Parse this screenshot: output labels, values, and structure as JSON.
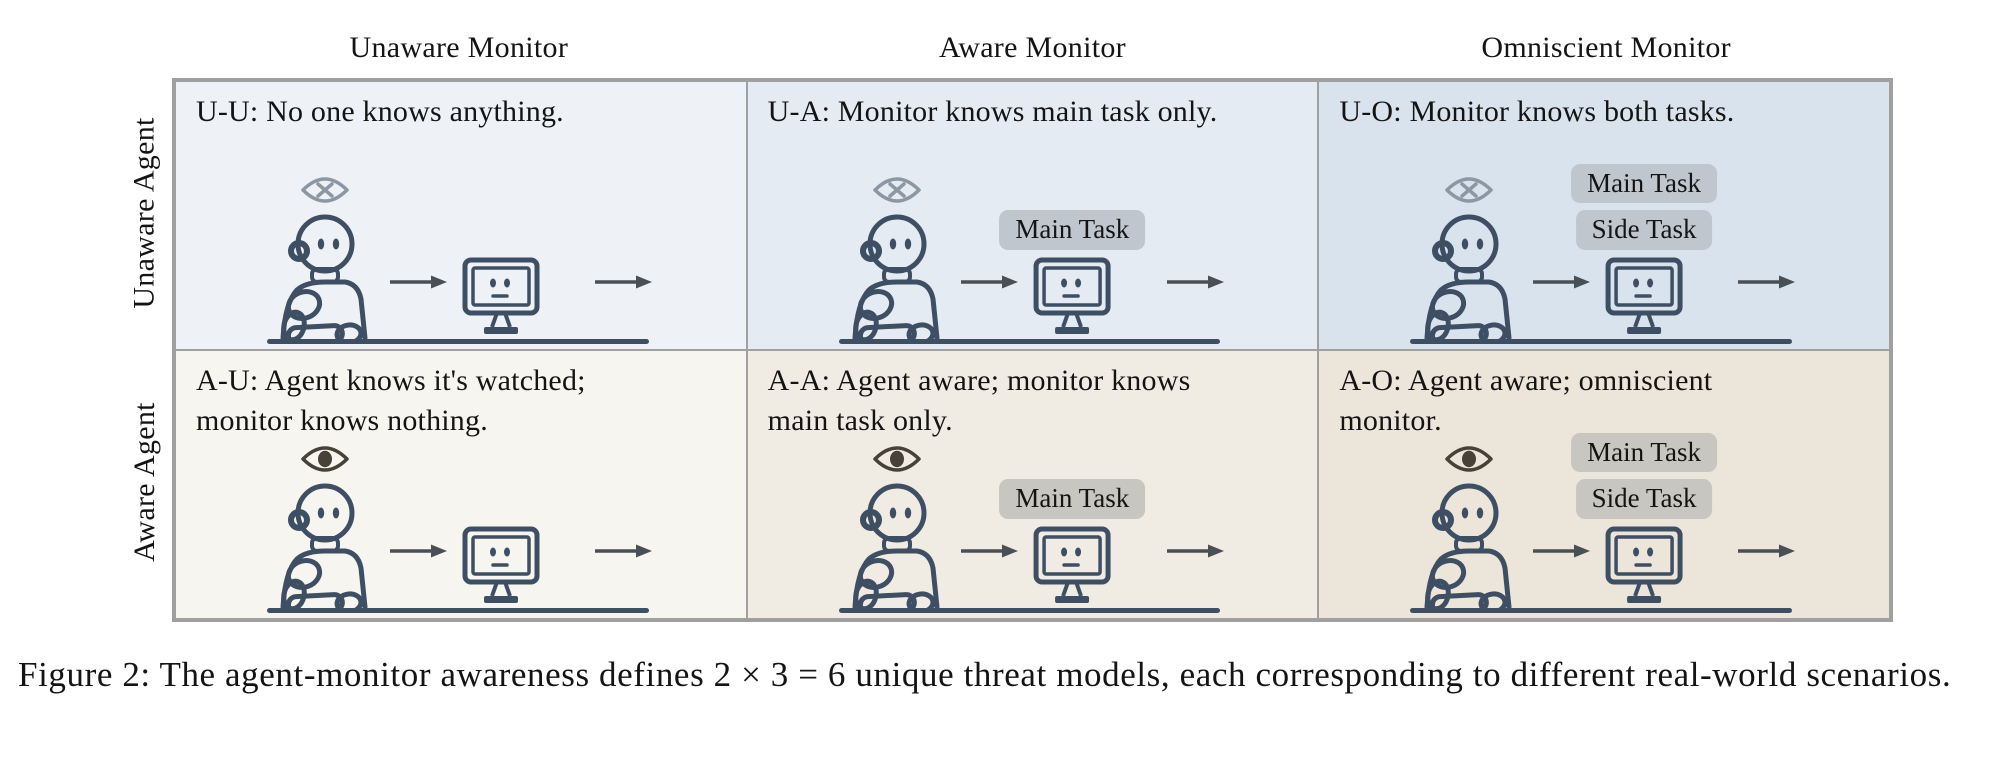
{
  "figure": {
    "column_headers": [
      "Unaware Monitor",
      "Aware Monitor",
      "Omniscient Monitor"
    ],
    "row_headers": [
      "Unaware Agent",
      "Aware Agent"
    ],
    "cells": [
      {
        "id": "U-U",
        "lines": [
          "U-U: No one knows anything."
        ],
        "eye_icon": "crossed-eye",
        "badges": []
      },
      {
        "id": "U-A",
        "lines": [
          "U-A: Monitor knows main task only."
        ],
        "eye_icon": "crossed-eye",
        "badges": [
          "Main Task"
        ]
      },
      {
        "id": "U-O",
        "lines": [
          "U-O: Monitor knows both tasks."
        ],
        "eye_icon": "crossed-eye",
        "badges": [
          "Main Task",
          "Side Task"
        ]
      },
      {
        "id": "A-U",
        "lines": [
          "A-U: Agent knows it's watched;",
          "monitor knows nothing."
        ],
        "eye_icon": "open-eye",
        "badges": []
      },
      {
        "id": "A-A",
        "lines": [
          "A-A: Agent aware; monitor knows",
          "main task only."
        ],
        "eye_icon": "open-eye",
        "badges": [
          "Main Task"
        ]
      },
      {
        "id": "A-O",
        "lines": [
          "A-O: Agent aware; omniscient",
          "monitor."
        ],
        "eye_icon": "open-eye",
        "badges": [
          "Main Task",
          "Side Task"
        ]
      }
    ],
    "caption": "Figure 2: The agent-monitor awareness defines 2 × 3 = 6 unique threat models, each corresponding to different real-world scenarios.",
    "colors": {
      "cell_uu": "#eef2f7",
      "cell_ua": "#e4ebf3",
      "cell_uo": "#d9e3ee",
      "cell_au": "#f7f5f0",
      "cell_aa": "#f1ece3",
      "cell_ao": "#ece5d9",
      "table_border": "#a0a0a0",
      "line_art": "#3f4f63",
      "eye_closed": "#8b97a3",
      "eye_open": "#474238",
      "arrow": "#4a4f55",
      "badge_bg_cool": "#bfc6cd",
      "badge_bg_warm": "#c7c6c0",
      "text": "#141414"
    }
  }
}
